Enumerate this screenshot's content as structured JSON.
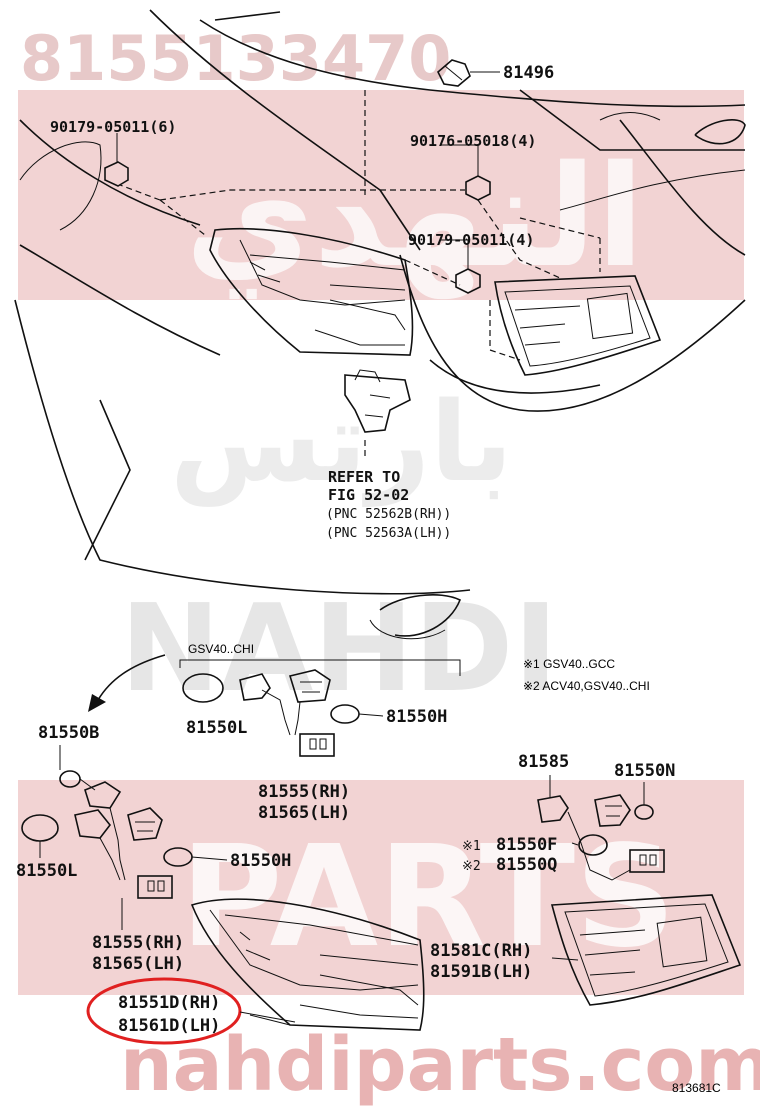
{
  "colors": {
    "watermark_band": "#f2d3d3",
    "watermark_text": "#e7c9c9",
    "highlight_circle": "#e02020",
    "ink": "#111111"
  },
  "watermark": {
    "top_number": "8155133470",
    "arabic_top": "النهدي",
    "arabic_mid": "بارتس",
    "nahdi": "NAHDI",
    "parts": "PARTS",
    "url": "nahdiparts.com"
  },
  "labels": {
    "p81496": "81496",
    "p90179_top": "90179-05011(6)",
    "p90176": "90176-05018(4)",
    "p90179_mid": "90179-05011(4)",
    "refer1": "REFER TO",
    "refer2": "FIG 52-02",
    "refer3": "(PNC 52562B(RH))",
    "refer4": "(PNC 52563A(LH))",
    "gsv_box": "GSV40..CHI",
    "note1": "※1 GSV40..GCC",
    "note2": "※2 ACV40,GSV40..CHI",
    "p81550B": "81550B",
    "p81550L_a": "81550L",
    "p81550H_a": "81550H",
    "p81555_a": "81555(RH)",
    "p81565_a": "81565(LH)",
    "p81585": "81585",
    "p81550N": "81550N",
    "p81550L_b": "81550L",
    "p81550H_b": "81550H",
    "mark1": "※1",
    "mark2": "※2",
    "p81550F": "81550F",
    "p81550Q": "81550Q",
    "p81555_b": "81555(RH)",
    "p81565_b": "81565(LH)",
    "p81581C": "81581C(RH)",
    "p81591B": "81591B(LH)",
    "p81551D": "81551D(RH)",
    "p81561D": "81561D(LH)",
    "fig_code": "813681C"
  }
}
